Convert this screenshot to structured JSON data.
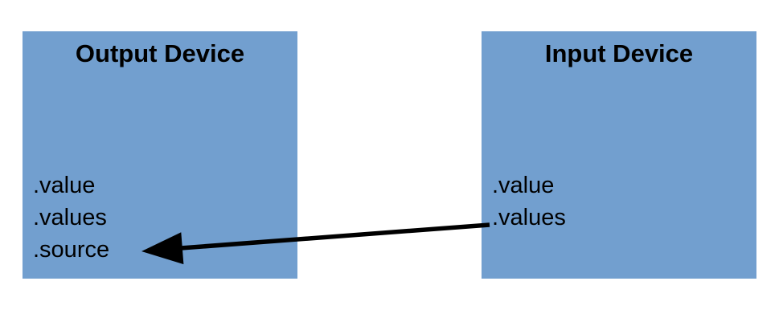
{
  "diagram": {
    "background_color": "#ffffff",
    "box_fill_color": "#729fcf",
    "text_color": "#000000",
    "boxes": [
      {
        "id": "output-device",
        "title": "Output Device",
        "properties": [
          ".value",
          ".values",
          ".source"
        ]
      },
      {
        "id": "input-device",
        "title": "Input Device",
        "properties": [
          ".value",
          ".values"
        ]
      }
    ],
    "connector": {
      "color": "#000000",
      "from_box": "input-device",
      "from_property": ".values",
      "to_box": "output-device",
      "to_property": ".source",
      "direction": "right-to-left",
      "style": "solid-line-with-filled-triangle-head"
    }
  }
}
